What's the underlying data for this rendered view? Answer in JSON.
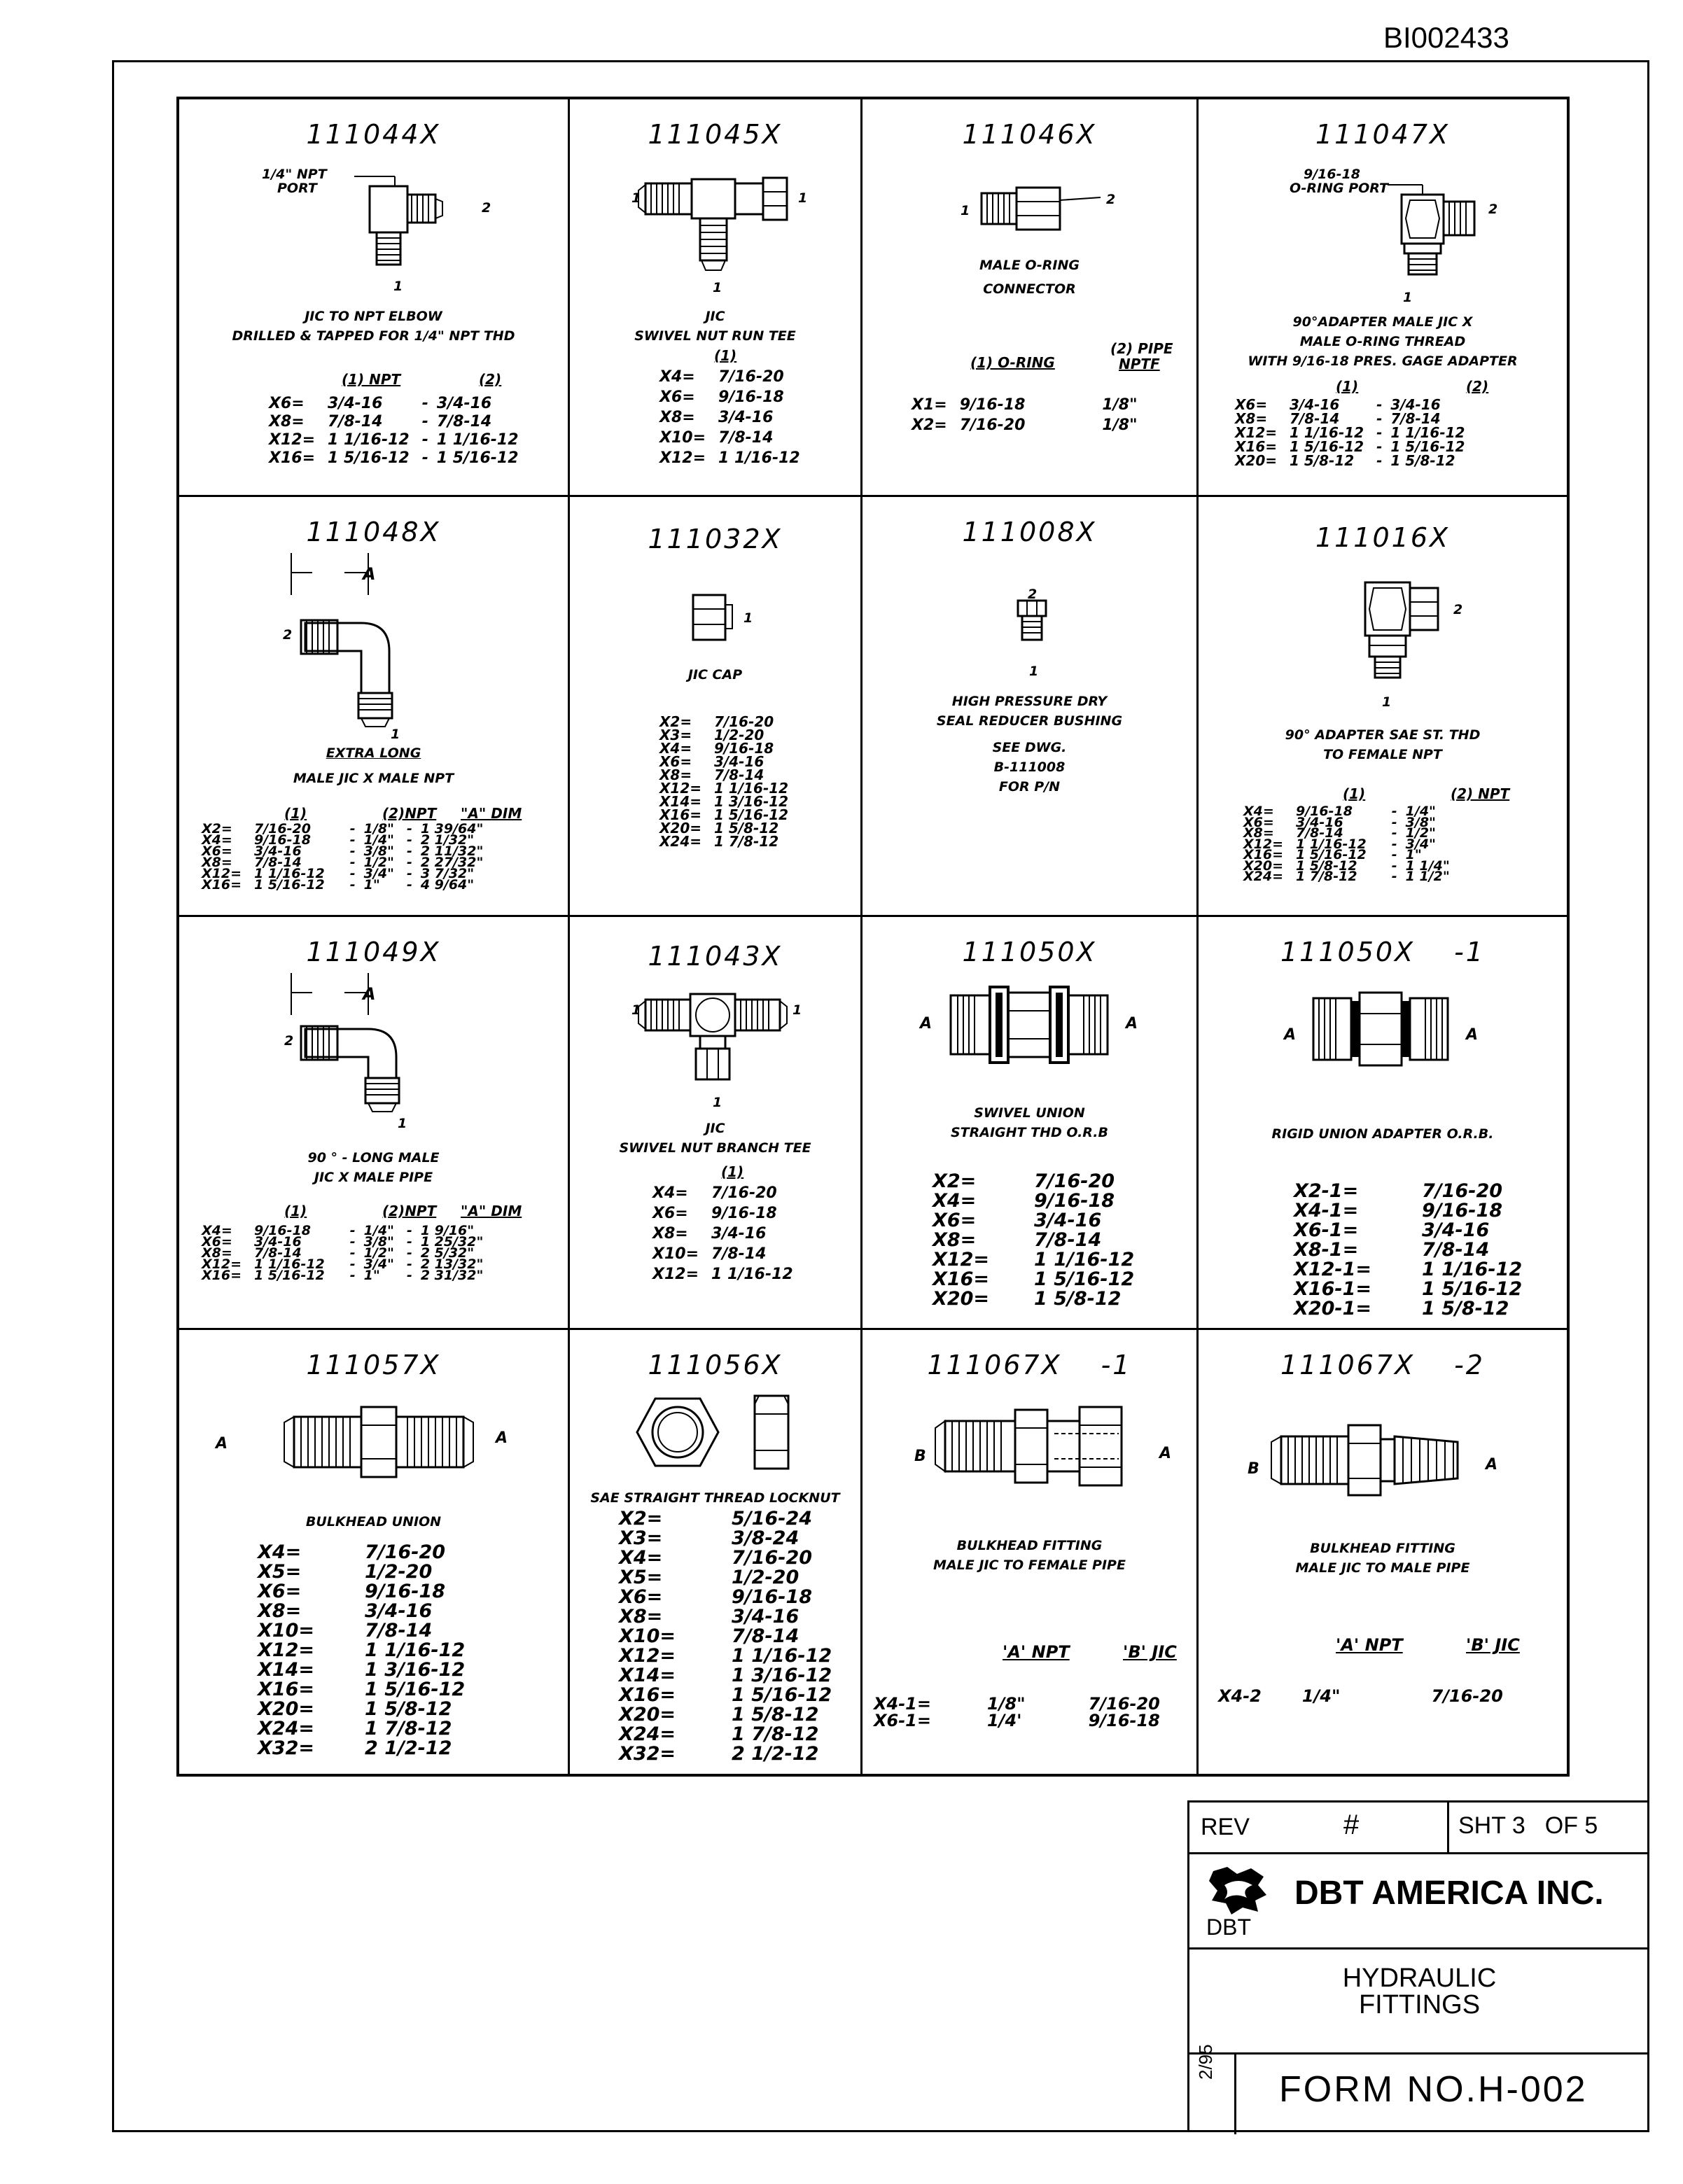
{
  "doc_id": "BI002433",
  "cells": [
    {
      "part": "111044X",
      "labels": [
        "1/4\" NPT",
        "PORT",
        "2",
        "1"
      ],
      "desc": [
        "JIC TO NPT ELBOW",
        "DRILLED & TAPPED FOR 1/4\" NPT THD"
      ],
      "headers": [
        "(1) NPT",
        "(2)"
      ],
      "rows": [
        [
          "X6=",
          "3/4-16",
          "-",
          "3/4-16"
        ],
        [
          "X8=",
          "7/8-14",
          "-",
          "7/8-14"
        ],
        [
          "X12=",
          "1 1/16-12",
          "-",
          "1 1/16-12"
        ],
        [
          "X16=",
          "1 5/16-12",
          "-",
          "1 5/16-12"
        ]
      ]
    },
    {
      "part": "111045X",
      "labels": [
        "1",
        "1",
        "1"
      ],
      "desc": [
        "JIC",
        "SWIVEL NUT RUN TEE"
      ],
      "headers": [
        "(1)"
      ],
      "rows": [
        [
          "X4=",
          "7/16-20"
        ],
        [
          "X6=",
          "9/16-18"
        ],
        [
          "X8=",
          "3/4-16"
        ],
        [
          "X10=",
          "7/8-14"
        ],
        [
          "X12=",
          "1 1/16-12"
        ]
      ]
    },
    {
      "part": "111046X",
      "labels": [
        "1",
        "2"
      ],
      "desc": [
        "MALE O-RING",
        "CONNECTOR"
      ],
      "headers": [
        "(1) O-RING",
        "(2) PIPE",
        "NPTF"
      ],
      "rows": [
        [
          "X1=",
          "9/16-18",
          "1/8\""
        ],
        [
          "X2=",
          "7/16-20",
          "1/8\""
        ]
      ]
    },
    {
      "part": "111047X",
      "labels": [
        "9/16-18",
        "O-RING PORT",
        "2",
        "1"
      ],
      "desc": [
        "90°ADAPTER MALE JIC X",
        "MALE O-RING THREAD",
        "WITH 9/16-18 PRES. GAGE ADAPTER"
      ],
      "headers": [
        "(1)",
        "(2)"
      ],
      "rows": [
        [
          "X6=",
          "3/4-16",
          "-",
          "3/4-16"
        ],
        [
          "X8=",
          "7/8-14",
          "-",
          "7/8-14"
        ],
        [
          "X12=",
          "1 1/16-12",
          "-",
          "1 1/16-12"
        ],
        [
          "X16=",
          "1 5/16-12",
          "-",
          "1 5/16-12"
        ],
        [
          "X20=",
          "1 5/8-12",
          "-",
          "1 5/8-12"
        ]
      ]
    },
    {
      "part": "111048X",
      "labels": [
        "A",
        "2",
        "1"
      ],
      "desc": [
        "EXTRA LONG",
        "MALE JIC X MALE NPT"
      ],
      "headers": [
        "(1)",
        "(2)NPT",
        "\"A\" DIM"
      ],
      "rows": [
        [
          "X2=",
          "7/16-20",
          "-",
          "1/8\"",
          "-",
          "1 39/64\""
        ],
        [
          "X4=",
          "9/16-18",
          "-",
          "1/4\"",
          "-",
          "2 1/32\""
        ],
        [
          "X6=",
          "3/4-16",
          "-",
          "3/8\"",
          "-",
          "2 11/32\""
        ],
        [
          "X8=",
          "7/8-14",
          "-",
          "1/2\"",
          "-",
          "2 27/32\""
        ],
        [
          "X12=",
          "1 1/16-12",
          "-",
          "3/4\"",
          "-",
          "3 7/32\""
        ],
        [
          "X16=",
          "1 5/16-12",
          "-",
          "1\"",
          "-",
          "4 9/64\""
        ]
      ]
    },
    {
      "part": "111032X",
      "labels": [
        "1"
      ],
      "desc": [
        "JIC CAP"
      ],
      "rows": [
        [
          "X2=",
          "7/16-20"
        ],
        [
          "X3=",
          "1/2-20"
        ],
        [
          "X4=",
          "9/16-18"
        ],
        [
          "X6=",
          "3/4-16"
        ],
        [
          "X8=",
          "7/8-14"
        ],
        [
          "X12=",
          "1 1/16-12"
        ],
        [
          "X14=",
          "1 3/16-12"
        ],
        [
          "X16=",
          "1 5/16-12"
        ],
        [
          "X20=",
          "1 5/8-12"
        ],
        [
          "X24=",
          "1 7/8-12"
        ]
      ]
    },
    {
      "part": "111008X",
      "labels": [
        "2",
        "1"
      ],
      "desc": [
        "HIGH PRESSURE DRY",
        "SEAL REDUCER BUSHING",
        "",
        "SEE DWG.",
        "B-111008",
        "FOR P/N"
      ]
    },
    {
      "part": "111016X",
      "labels": [
        "2",
        "1"
      ],
      "desc": [
        "90° ADAPTER SAE ST. THD",
        "TO FEMALE NPT"
      ],
      "headers": [
        "(1)",
        "(2) NPT"
      ],
      "rows": [
        [
          "X4=",
          "9/16-18",
          "-",
          "1/4\""
        ],
        [
          "X6=",
          "3/4-16",
          "-",
          "3/8\""
        ],
        [
          "X8=",
          "7/8-14",
          "-",
          "1/2\""
        ],
        [
          "X12=",
          "1 1/16-12",
          "-",
          "3/4\""
        ],
        [
          "X16=",
          "1 5/16-12",
          "-",
          "1\""
        ],
        [
          "X20=",
          "1 5/8-12",
          "-",
          "1 1/4\""
        ],
        [
          "X24=",
          "1 7/8-12",
          "-",
          "1 1/2\""
        ]
      ]
    },
    {
      "part": "111049X",
      "labels": [
        "A",
        "2",
        "1"
      ],
      "desc": [
        "90 ° - LONG MALE",
        "JIC X MALE PIPE"
      ],
      "headers": [
        "(1)",
        "(2)NPT",
        "\"A\" DIM"
      ],
      "rows": [
        [
          "X4=",
          "9/16-18",
          "-",
          "1/4\"",
          "-",
          "1 9/16\""
        ],
        [
          "X6=",
          "3/4-16",
          "-",
          "3/8\"",
          "-",
          "1 25/32\""
        ],
        [
          "X8=",
          "7/8-14",
          "-",
          "1/2\"",
          "-",
          "2 5/32\""
        ],
        [
          "X12=",
          "1 1/16-12",
          "-",
          "3/4\"",
          "-",
          "2 13/32\""
        ],
        [
          "X16=",
          "1 5/16-12",
          "-",
          "1\"",
          "-",
          "2 31/32\""
        ]
      ]
    },
    {
      "part": "111043X",
      "labels": [
        "1",
        "1",
        "1"
      ],
      "desc": [
        "JIC",
        "SWIVEL NUT BRANCH TEE"
      ],
      "headers": [
        "(1)"
      ],
      "rows": [
        [
          "X4=",
          "7/16-20"
        ],
        [
          "X6=",
          "9/16-18"
        ],
        [
          "X8=",
          "3/4-16"
        ],
        [
          "X10=",
          "7/8-14"
        ],
        [
          "X12=",
          "1 1/16-12"
        ]
      ]
    },
    {
      "part": "111050X",
      "labels": [
        "A",
        "A"
      ],
      "desc": [
        "SWIVEL UNION",
        "STRAIGHT THD O.R.B"
      ],
      "rows": [
        [
          "X2=",
          "7/16-20"
        ],
        [
          "X4=",
          "9/16-18"
        ],
        [
          "X6=",
          "3/4-16"
        ],
        [
          "X8=",
          "7/8-14"
        ],
        [
          "X12=",
          "1 1/16-12"
        ],
        [
          "X16=",
          "1 5/16-12"
        ],
        [
          "X20=",
          "1 5/8-12"
        ]
      ]
    },
    {
      "part": "111050X",
      "suffix": "-1",
      "labels": [
        "A",
        "A"
      ],
      "desc": [
        "RIGID UNION ADAPTER O.R.B."
      ],
      "rows": [
        [
          "X2-1=",
          "7/16-20"
        ],
        [
          "X4-1=",
          "9/16-18"
        ],
        [
          "X6-1=",
          "3/4-16"
        ],
        [
          "X8-1=",
          "7/8-14"
        ],
        [
          "X12-1=",
          "1 1/16-12"
        ],
        [
          "X16-1=",
          "1 5/16-12"
        ],
        [
          "X20-1=",
          "1 5/8-12"
        ]
      ]
    },
    {
      "part": "111057X",
      "labels": [
        "A",
        "A"
      ],
      "desc": [
        "BULKHEAD UNION"
      ],
      "rows": [
        [
          "X4=",
          "7/16-20"
        ],
        [
          "X5=",
          "1/2-20"
        ],
        [
          "X6=",
          "9/16-18"
        ],
        [
          "X8=",
          "3/4-16"
        ],
        [
          "X10=",
          "7/8-14"
        ],
        [
          "X12=",
          "1 1/16-12"
        ],
        [
          "X14=",
          "1 3/16-12"
        ],
        [
          "X16=",
          "1 5/16-12"
        ],
        [
          "X20=",
          "1 5/8-12"
        ],
        [
          "X24=",
          "1 7/8-12"
        ],
        [
          "X32=",
          "2 1/2-12"
        ]
      ]
    },
    {
      "part": "111056X",
      "labels": [],
      "desc": [
        "SAE STRAIGHT THREAD LOCKNUT"
      ],
      "rows": [
        [
          "X2=",
          "5/16-24"
        ],
        [
          "X3=",
          "3/8-24"
        ],
        [
          "X4=",
          "7/16-20"
        ],
        [
          "X5=",
          "1/2-20"
        ],
        [
          "X6=",
          "9/16-18"
        ],
        [
          "X8=",
          "3/4-16"
        ],
        [
          "X10=",
          "7/8-14"
        ],
        [
          "X12=",
          "1 1/16-12"
        ],
        [
          "X14=",
          "1 3/16-12"
        ],
        [
          "X16=",
          "1 5/16-12"
        ],
        [
          "X20=",
          "1 5/8-12"
        ],
        [
          "X24=",
          "1 7/8-12"
        ],
        [
          "X32=",
          "2 1/2-12"
        ]
      ]
    },
    {
      "part": "111067X",
      "suffix": "-1",
      "labels": [
        "B",
        "A"
      ],
      "desc": [
        "BULKHEAD FITTING",
        "MALE JIC TO FEMALE PIPE"
      ],
      "headers": [
        "'A' NPT",
        "'B' JIC"
      ],
      "rows": [
        [
          "X4-1=",
          "1/8\"",
          "7/16-20"
        ],
        [
          "X6-1=",
          "1/4'",
          "9/16-18"
        ]
      ]
    },
    {
      "part": "111067X",
      "suffix": "-2",
      "labels": [
        "B",
        "A"
      ],
      "desc": [
        "BULKHEAD FITTING",
        "MALE JIC TO MALE PIPE"
      ],
      "headers": [
        "'A' NPT",
        "'B' JIC"
      ],
      "rows": [
        [
          "X4-2",
          "1/4\"",
          "7/16-20"
        ]
      ]
    }
  ],
  "title_block": {
    "rev_label": "REV",
    "rev_value": "#",
    "sheet": "SHT 3",
    "of": "OF 5",
    "company": "DBT AMERICA INC.",
    "logo_text": "DBT",
    "title_line1": "HYDRAULIC",
    "title_line2": "FITTINGS",
    "date": "2/95",
    "form": "FORM NO.H-002"
  }
}
